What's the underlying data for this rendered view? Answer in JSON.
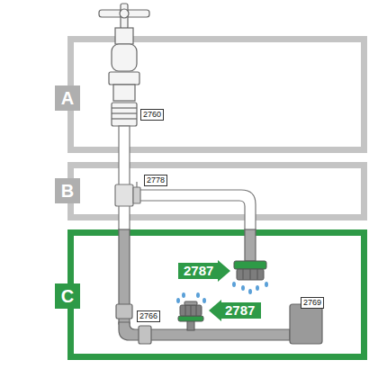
{
  "diagram": {
    "nodes": [
      {
        "text": [
          "A"
        ]
      },
      {
        "text": [
          "2760"
        ],
        "in": 0
      },
      {
        "text": [
          "B"
        ]
      },
      {
        "text": [
          "2778"
        ],
        "in": 2
      },
      {
        "text": [
          "C"
        ]
      },
      {
        "text": [
          "2787"
        ],
        "in": 4
      },
      {
        "text": [
          "2787"
        ],
        "in": 4
      },
      {
        "text": [
          "2766"
        ],
        "in": 4
      },
      {
        "text": [
          "2769"
        ],
        "in": 4
      }
    ]
  }
}
